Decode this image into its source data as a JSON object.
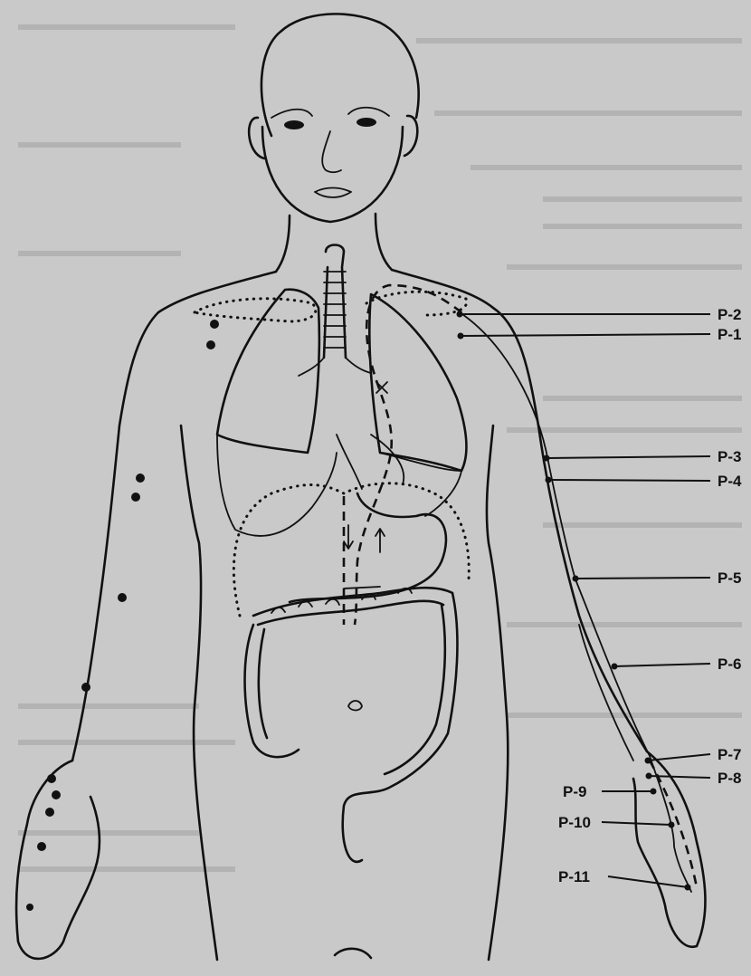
{
  "points": [
    {
      "id": "p2",
      "label": "P-2"
    },
    {
      "id": "p1",
      "label": "P-1"
    },
    {
      "id": "p3",
      "label": "P-3"
    },
    {
      "id": "p4",
      "label": "P-4"
    },
    {
      "id": "p5",
      "label": "P-5"
    },
    {
      "id": "p6",
      "label": "P-6"
    },
    {
      "id": "p7",
      "label": "P-7"
    },
    {
      "id": "p8",
      "label": "P-8"
    },
    {
      "id": "p9",
      "label": "P-9"
    },
    {
      "id": "p10",
      "label": "P-10"
    },
    {
      "id": "p11",
      "label": "P-11"
    }
  ],
  "colors": {
    "ink": "#111111",
    "paper": "#c9c9c9"
  }
}
